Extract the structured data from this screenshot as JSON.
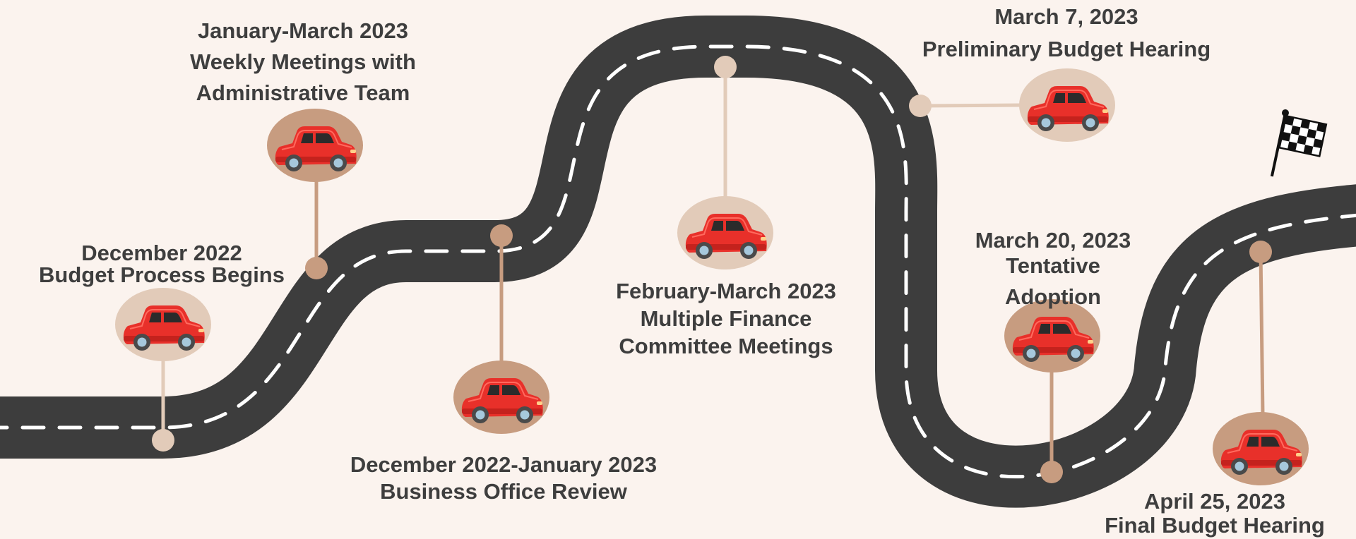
{
  "colors": {
    "background": "#fbf3ee",
    "road": "#3d3d3d",
    "road_dash": "#ffffff",
    "marker_light": "#e2cbb9",
    "marker_dark": "#c79c80",
    "connector_light": "#e2cbb9",
    "connector_dark": "#c79c80",
    "car_body": "#e8302a",
    "text": "#3e3e3e"
  },
  "icons": {
    "milestone": "car-icon",
    "finish": "checkered-flag-icon"
  },
  "milestones": [
    {
      "id": "budget-process-begins",
      "date": "December 2022",
      "lines": [
        "Budget Process Begins"
      ],
      "tone": "light"
    },
    {
      "id": "weekly-meetings",
      "date": "January-March 2023",
      "lines": [
        "Weekly Meetings with",
        "Administrative Team"
      ],
      "tone": "dark"
    },
    {
      "id": "business-office-review",
      "date": "December 2022-January 2023",
      "lines": [
        "Business Office Review"
      ],
      "tone": "dark"
    },
    {
      "id": "finance-committee-meetings",
      "date": "February-March 2023",
      "lines": [
        "Multiple Finance",
        "Committee Meetings"
      ],
      "tone": "light"
    },
    {
      "id": "preliminary-budget-hearing",
      "date": "March 7, 2023",
      "lines": [
        "Preliminary Budget Hearing"
      ],
      "tone": "light"
    },
    {
      "id": "tentative-adoption",
      "date": "March 20, 2023",
      "lines": [
        "Tentative",
        "Adoption"
      ],
      "tone": "dark"
    },
    {
      "id": "final-budget-hearing",
      "date": "April 25, 2023",
      "lines": [
        "Final Budget Hearing"
      ],
      "tone": "dark"
    }
  ]
}
